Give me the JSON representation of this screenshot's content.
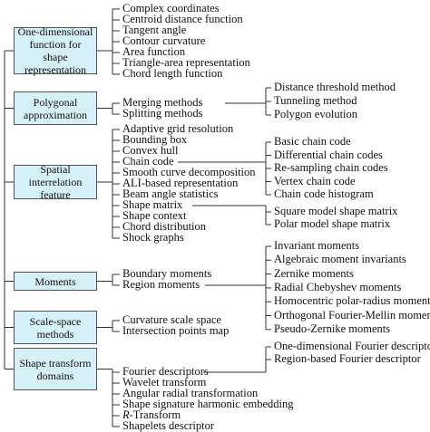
{
  "categories": [
    {
      "label": "One-dimensional\nfunction for shape\nrepresentation",
      "methods": [
        "Complex coordinates",
        "Centroid distance function",
        "Tangent angle",
        "Contour curvature",
        "Area function",
        "Triangle-area representation",
        "Chord length function"
      ]
    },
    {
      "label": "Polygonal\napproximation",
      "methods": [
        "Merging methods",
        "Splitting methods"
      ]
    },
    {
      "label": "Spatial interrelation\nfeature",
      "methods": [
        "Adaptive grid resolution",
        "Bounding box",
        "Convex hull",
        "Chain code",
        "Smooth curve decomposition",
        "ALI-based representation",
        "Beam angle statistics",
        "Shape matrix",
        "Shape context",
        "Chord distribution",
        "Shock graphs"
      ]
    },
    {
      "label": "Moments",
      "methods": [
        "Boundary moments",
        "Region moments"
      ]
    },
    {
      "label": "Scale-space\nmethods",
      "methods": [
        "Curvature scale space",
        "Intersection points map"
      ]
    },
    {
      "label": "Shape transform\ndomains",
      "methods": [
        "Fourier descriptors",
        "Wavelet transform",
        "Angular radial transformation",
        "Shape signature harmonic embedding",
        "R-Transform",
        "Shapelets descriptor"
      ]
    }
  ],
  "subgroups": [
    {
      "parent": "Merging methods",
      "items": [
        "Distance threshold method",
        "Tunneling method",
        "Polygon evolution"
      ]
    },
    {
      "parent": "Chain code",
      "items": [
        "Basic chain code",
        "Differential chain codes",
        "Re-sampling chain codes",
        "Vertex chain code",
        "Chain code histogram"
      ]
    },
    {
      "parent": "Shape matrix",
      "items": [
        "Square model shape matrix",
        "Polar model shape matrix"
      ]
    },
    {
      "parent": "Region moments",
      "items": [
        "Invariant moments",
        "Algebraic moment invariants",
        "Zernike moments",
        "Radial Chebyshev moments",
        "Homocentric polar-radius moment",
        "Orthogonal Fourier-Mellin moments",
        "Pseudo-Zernike moments"
      ]
    },
    {
      "parent": "Fourier descriptors",
      "items": [
        "One-dimensional Fourier descriptors",
        "Region-based Fourier descriptor"
      ]
    }
  ],
  "colors": {
    "box_fill": "#d6f0f8",
    "line": "#333333"
  }
}
